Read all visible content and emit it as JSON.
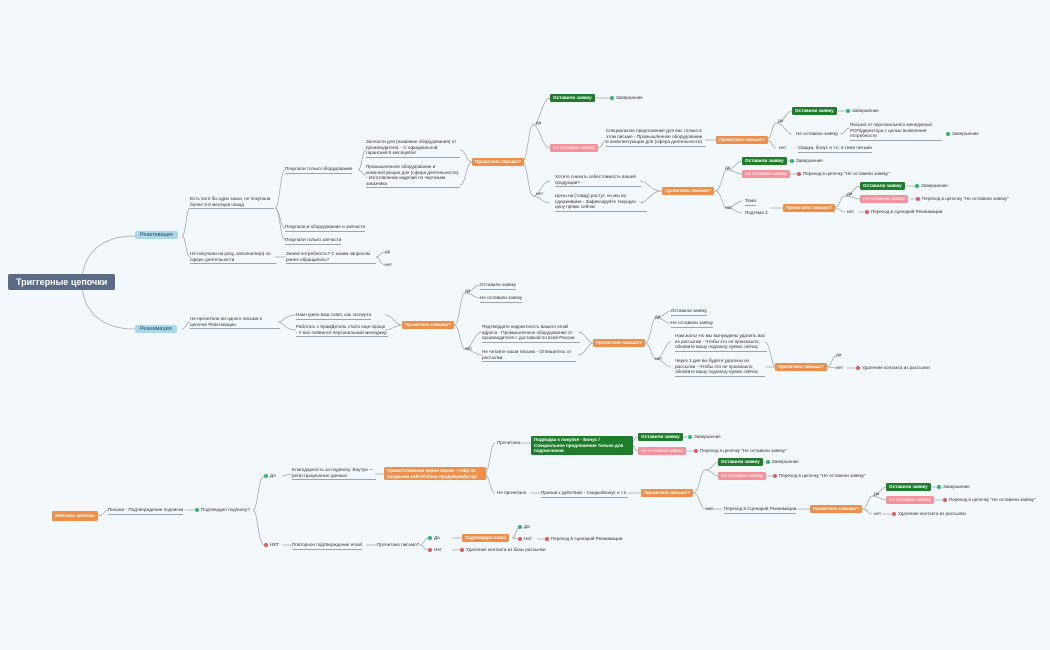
{
  "root": "Триггерные цепочки",
  "branches": {
    "reactivation": "Реактивация",
    "reanimation": "Реанимация",
    "welcome": "Welcome цепочка"
  },
  "colors": {
    "background": "#f3f8fc",
    "root": "#5b6b86",
    "branch": "#a8d8ea",
    "question": "#f08f4a",
    "action": "#1e7d2a",
    "negative": "#f2939c",
    "link": "#9aa4ad"
  },
  "text": {
    "t1": "Есть хотя бы один заказ, не покупали более 3-6 месяцев назад",
    "t2": "Покупали только оборудование",
    "t3": "Запчасти для (название оборудования) от производителя. - С официальной гарантией 6 месяцев/и/",
    "t4": "Промышленное оборудование и комплектующие для (сфера деятельности). - Изготовление изделий по чертежам заказчика",
    "t5": "Покупали и оборудование и запчасти",
    "t6": "Покупали только запчасти",
    "t7": "Не покупали ни разу, заполнили(и) по сфере деятельности",
    "t8": "Знаем потребность? С каким запросом ранее обращались?",
    "t9": "Прочитано письмо?",
    "t10": "да",
    "t11": "нет",
    "t12": "Оставили заявку",
    "t13": "Завершение",
    "t14": "Не оставили заявку",
    "t15": "Специальное предложение для вас только в этом письме - Промышленное оборудование и комплектующие для (сфера деятельности)",
    "t16": "Прочитано письмо?",
    "t17": "да",
    "t18": "Оставили заявку",
    "t19": "Завершение",
    "t20": "Не оставили заявку",
    "t21": "Письмо от персонального менеджера/РОП/директора с целью выявления потребности",
    "t22": "Завершение",
    "t23": "нет",
    "t24": "Скидка, бонус и т.п. в теме письма",
    "t25": "Хотите снизить себестоимость вашей продукции? -",
    "t26": "Цены на (товар) растут, но мы их сдерживаем - Зафиксируйте текущую цену прямо сейчас",
    "t27": "Прочитано письмо?",
    "t28": "да",
    "t29": "Оставили заявку",
    "t30": "Завершение",
    "t31": "Не оставили заявку",
    "t32": "Переход в цепочку \"Не оставили заявку\"",
    "t33": "нет",
    "t34": "Тема",
    "t35": "Подтема 3",
    "t36": "Прочитано письмо?",
    "t37": "да",
    "t38": "Оставили заявку",
    "t39": "Завершение",
    "t40": "Не оставили заявку",
    "t41": "Переход в цепочку \"Не оставили заявку\"",
    "t42": "нет",
    "t43": "Переход в сценарий Реанимации",
    "t44": "да",
    "t45": "нет",
    "t46": "Не прочитали ни одного письма в цепочке Реактивации",
    "t47": "Нам нужен ваш совет, как эксперта",
    "t48": "Работать с КрамДеталь стало еще проще - У вас появился персональный менеджер",
    "t49": "Прочитано письмо?",
    "t50": "да",
    "t51": "Оставили заявку",
    "t52": "Не оставили заявку",
    "t53": "нет",
    "t54": "Подтвердите корректность вашего email адреса - Промышленное оборудование от производителя с доставкой по всей России",
    "t55": "Не читаете наши письма - Отпишитесь от рассылки",
    "t56": "Прочитано письмо?",
    "t57": "да",
    "t58": "Оставили заявку",
    "t59": "Не оставили заявку",
    "t60": "нет",
    "t61": "Нам жаль! Но мы вынуждены удалить вас из рассылки - Чтобы это не произошло, обновите вашу подписку прямо сейчас",
    "t62": "Через 3 дня вы будете удалены из рассылки - Чтобы это не произошло, обновите вашу подписку прямо сейчас",
    "t63": "Прочитано письмо?",
    "t64": "да",
    "t65": "нет",
    "t66": "Удаление контакта из рассылки",
    "t67": "Письмо - Подтверждение подписки",
    "t68": "Подтвердил подписку?",
    "t69": "ДА",
    "t70": "Благодарность за подписку. Внутри — регистрационные данные",
    "t71": "Приветственная серия писем - Гайд по разделам сайта/обзор продукции/услуг",
    "t72": "Прочитано",
    "t73": "Подводка к покупке - Бонус / Специальное предложение только для подписчиков",
    "t74": "Оставили заявку",
    "t75": "Завершение",
    "t76": "Не оставили заявку",
    "t77": "Переход в цепочку \"Не оставили заявку\"",
    "t78": "Не прочитано",
    "t79": "Призыв к действию - Скидка/Бонус и т.п.",
    "t80": "Прочитано письмо?",
    "t81": "Оставили заявку",
    "t82": "Завершение",
    "t83": "Не оставили заявку",
    "t84": "Переход в цепочку \"Не оставили заявку\"",
    "t85": "нет",
    "t86": "Переход в Сценарий Реанимации",
    "t87": "Прочитано письмо?",
    "t88": "да",
    "t89": "Оставили заявку",
    "t90": "Завершение",
    "t91": "Не оставили заявку",
    "t92": "Переход в цепочку \"Не оставили заявку\"",
    "t93": "нет",
    "t94": "Удаление контакта из рассылки",
    "t95": "НЕТ",
    "t96": "Повторное подтверждение email",
    "t97": "Прочитано письмо?",
    "t98": "Да",
    "t99": "Подтвердил email",
    "t100": "Да",
    "t101": "Нет",
    "t102": "Переход в сценарий Реанимации",
    "t103": "Нет",
    "t104": "Удаление контакта из базы рассылки"
  }
}
